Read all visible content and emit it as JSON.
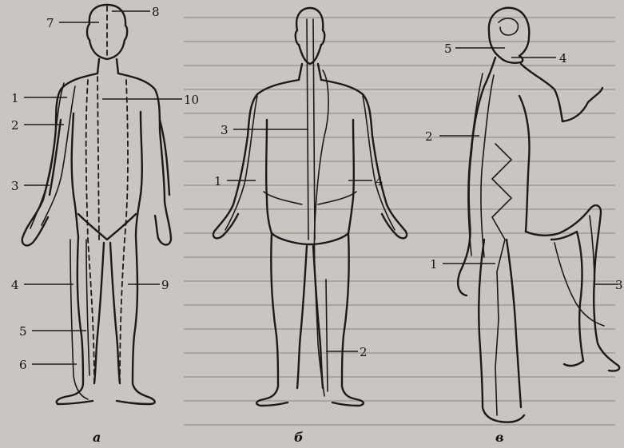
{
  "figures": [
    {
      "caption": "а",
      "labels": [
        "1",
        "2",
        "3",
        "4",
        "5",
        "6",
        "7",
        "8",
        "9",
        "10"
      ]
    },
    {
      "caption": "б",
      "labels": [
        "1",
        "2",
        "3",
        "4"
      ]
    },
    {
      "caption": "в",
      "labels": [
        "1",
        "2",
        "3",
        "4",
        "5"
      ]
    }
  ],
  "colors": {
    "paper": "#c9c6c1",
    "ink": "#1c1a18"
  }
}
